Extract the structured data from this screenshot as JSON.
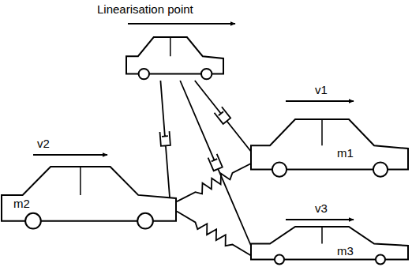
{
  "diagram": {
    "nodes": [
      {
        "text": [
          "Linearisation point"
        ]
      },
      {
        "text": [
          "m1"
        ]
      },
      {
        "text": [
          "m2"
        ]
      },
      {
        "text": [
          "m3"
        ]
      }
    ],
    "edges": [
      {
        "from": 0,
        "to": 2,
        "arrow": "none"
      },
      {
        "from": 0,
        "to": 1,
        "arrow": "none"
      },
      {
        "from": 0,
        "to": 3,
        "arrow": "none"
      },
      {
        "from": 2,
        "to": 1,
        "arrow": "none"
      },
      {
        "from": 2,
        "to": 3,
        "arrow": "none"
      }
    ],
    "labels": [
      "v1",
      "v2",
      "v3"
    ]
  }
}
